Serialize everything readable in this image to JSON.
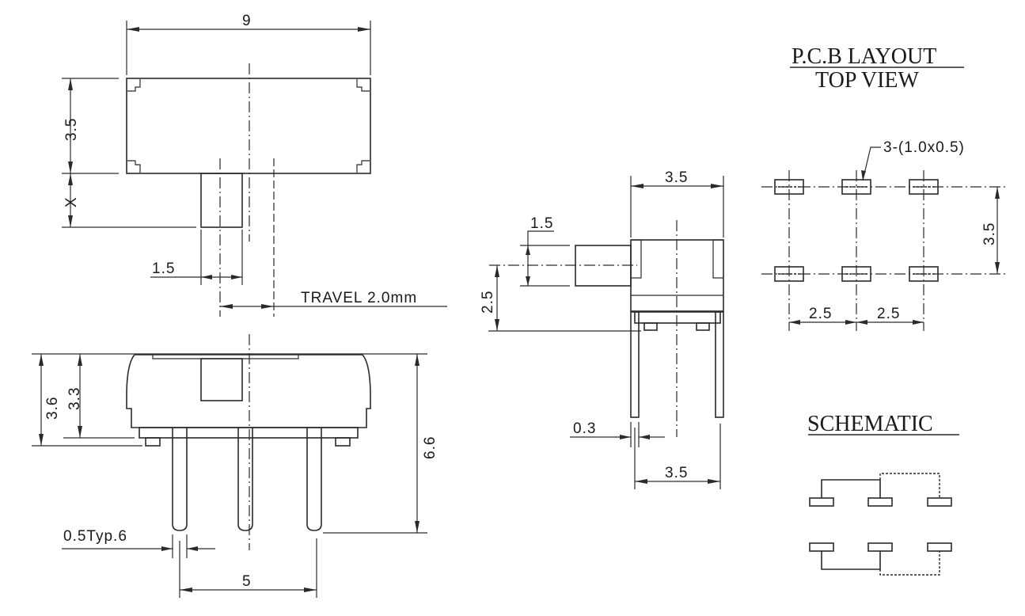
{
  "drawing": {
    "top_view": {
      "width_label": "9",
      "height_label": "3.5",
      "actuator_extension_label": "X",
      "actuator_width_label": "1.5",
      "travel_label": "TRAVEL 2.0mm"
    },
    "front_view": {
      "body_height_label": "3.6",
      "body_height_inner_label": "3.3",
      "overall_height_label": "6.6",
      "pin_width_label": "0.5Typ.6",
      "pin_pitch_label": "5"
    },
    "side_view": {
      "body_depth_label": "3.5",
      "actuator_height_label": "1.5",
      "actuator_offset_label": "2.5",
      "pin_thickness_label": "0.3",
      "pin_row_spacing_label": "3.5"
    },
    "pcb_layout": {
      "title_line1": "P.C.B LAYOUT",
      "title_line2": "TOP VIEW",
      "pad_callout": "3-(1.0x0.5)",
      "row_spacing_label": "3.5",
      "pitch_left_label": "2.5",
      "pitch_right_label": "2.5"
    },
    "schematic": {
      "title": "SCHEMATIC"
    },
    "colors": {
      "line": "#2a2a2a",
      "background": "#ffffff"
    }
  }
}
